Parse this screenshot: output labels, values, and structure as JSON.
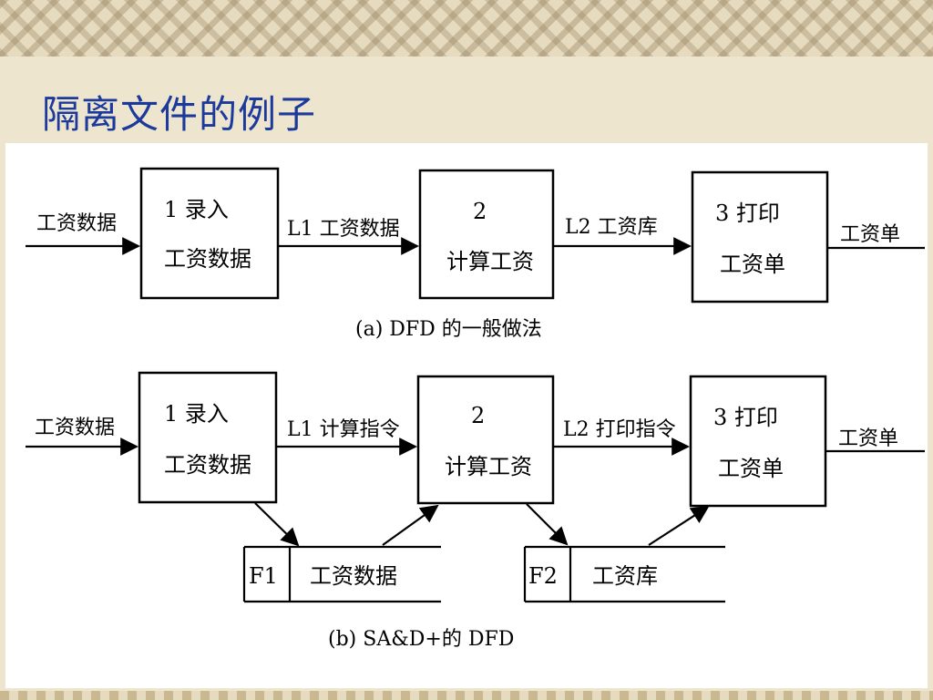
{
  "title": "隔离文件的例子",
  "diagram_a": {
    "input_flow": "工资数据",
    "process1": {
      "id_label": "1 录入",
      "name": "工资数据"
    },
    "flow1": "L1 工资数据",
    "process2": {
      "id_label": "2",
      "name": "计算工资"
    },
    "flow2": "L2 工资库",
    "process3": {
      "id_label": "3 打印",
      "name": "工资单"
    },
    "output_flow": "工资单",
    "caption": "(a) DFD 的一般做法"
  },
  "diagram_b": {
    "input_flow": "工资数据",
    "process1": {
      "id_label": "1 录入",
      "name": "工资数据"
    },
    "flow1": "L1 计算指令",
    "process2": {
      "id_label": "2",
      "name": "计算工资"
    },
    "flow2": "L2 打印指令",
    "process3": {
      "id_label": "3 打印",
      "name": "工资单"
    },
    "output_flow": "工资单",
    "store1": {
      "id": "F1",
      "name": "工资数据"
    },
    "store2": {
      "id": "F2",
      "name": "工资库"
    },
    "caption": "(b) SA&D+的 DFD"
  }
}
